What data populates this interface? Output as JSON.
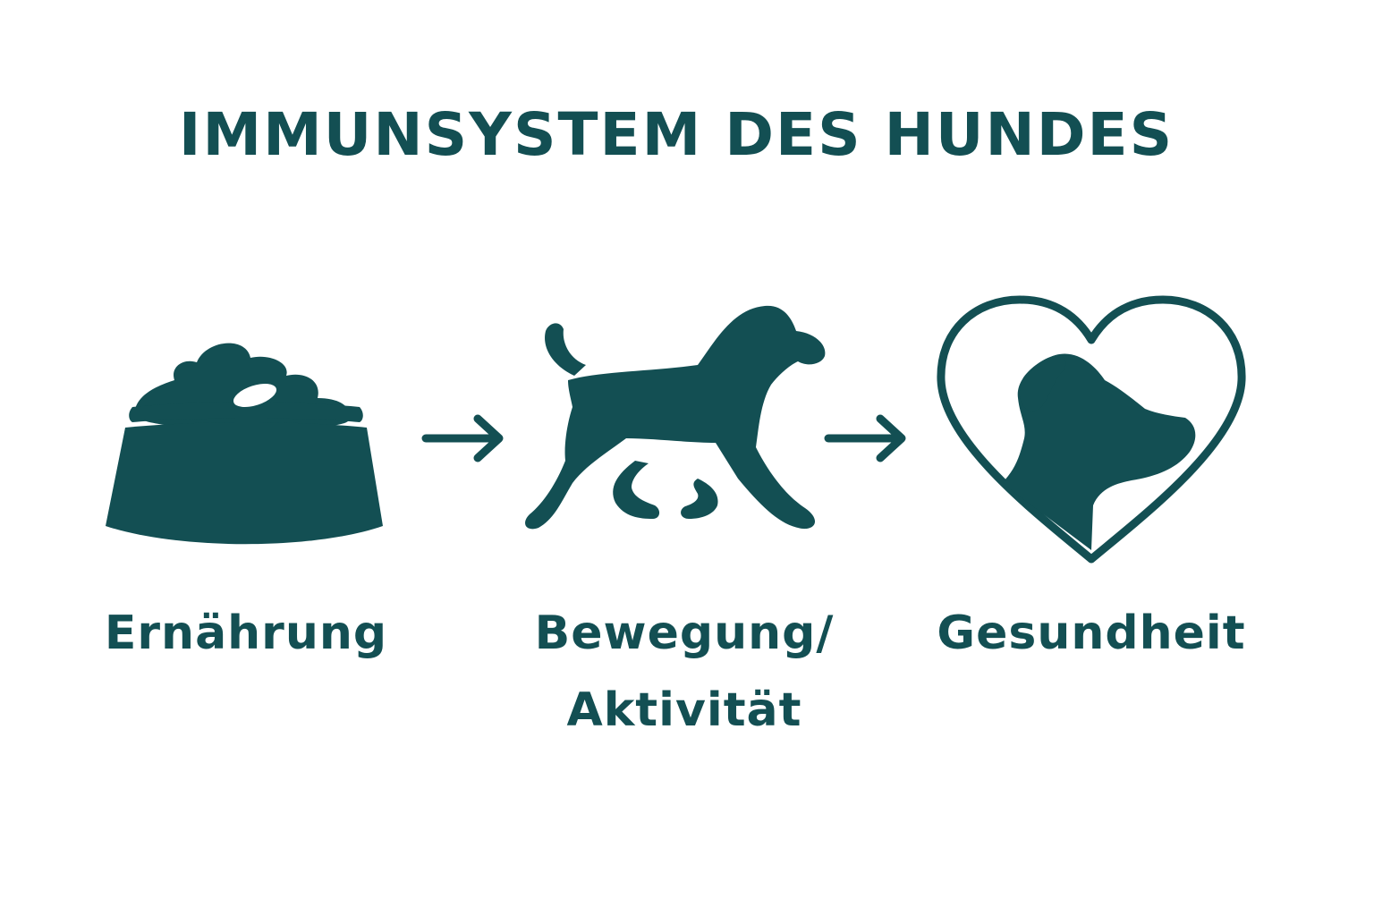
{
  "title": "IMMUNSYSTEM DES HUNDES",
  "colors": {
    "primary": "#134f53",
    "background": "#ffffff"
  },
  "steps": [
    {
      "icon": "food-bowl-icon",
      "label": "Ernährung"
    },
    {
      "icon": "running-dog-icon",
      "label_line1": "Bewegung/",
      "label_line2": "Aktivität"
    },
    {
      "icon": "heart-dog-icon",
      "label": "Gesundheit"
    }
  ],
  "connectors": [
    "arrow-right-icon",
    "arrow-right-icon"
  ]
}
